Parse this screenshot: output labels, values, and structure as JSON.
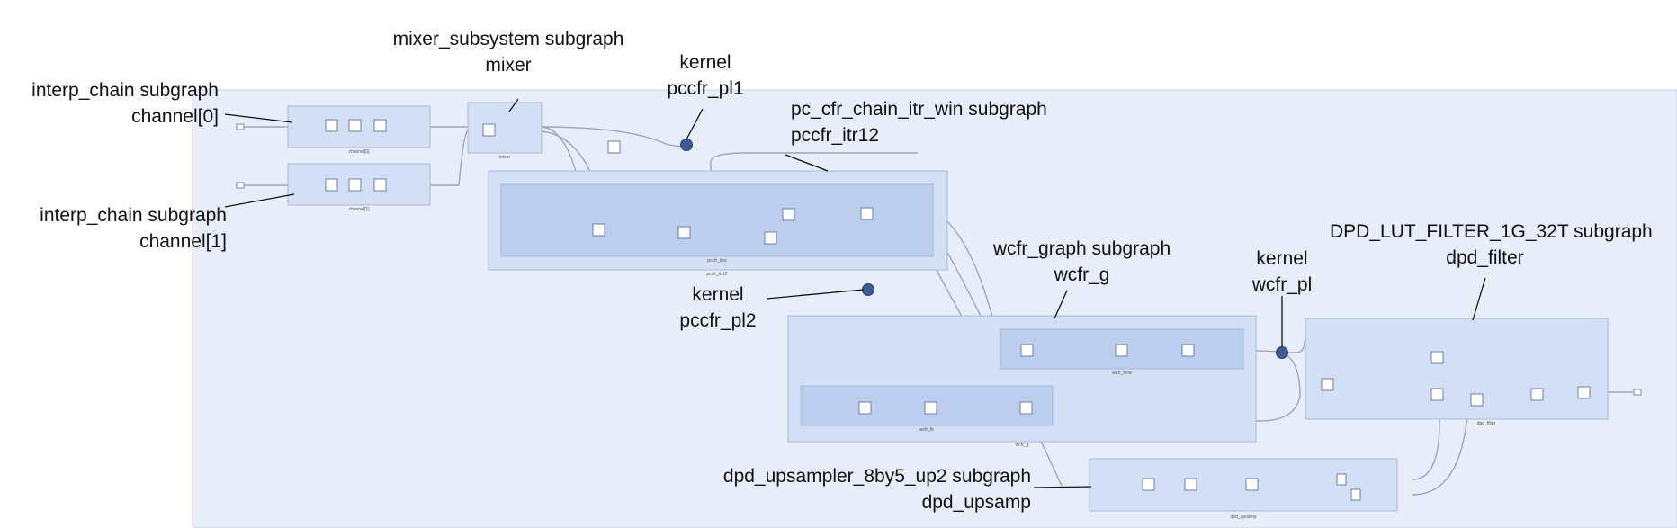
{
  "callouts": {
    "interp0": {
      "line1": "interp_chain subgraph",
      "line2": "channel[0]"
    },
    "interp1": {
      "line1": "interp_chain subgraph",
      "line2": "channel[1]"
    },
    "mixer": {
      "line1": "mixer_subsystem subgraph",
      "line2": "mixer"
    },
    "kernel_pl1": {
      "line1": "kernel",
      "line2": "pccfr_pl1"
    },
    "pccfr_itr": {
      "line1": "pc_cfr_chain_itr_win subgraph",
      "line2": "pccfr_itr12"
    },
    "kernel_pl2": {
      "line1": "kernel",
      "line2": "pccfr_pl2"
    },
    "wcfr_g": {
      "line1": "wcfr_graph subgraph",
      "line2": "wcfr_g"
    },
    "kernel_wcfr": {
      "line1": "kernel",
      "line2": "wcfr_pl"
    },
    "dpd_filter": {
      "line1": "DPD_LUT_FILTER_1G_32T subgraph",
      "line2": "dpd_filter"
    },
    "dpd_upsamp": {
      "line1": "dpd_upsampler_8by5_up2 subgraph",
      "line2": "dpd_upsamp"
    }
  },
  "graph_labels": {
    "channel0": "channel[0]",
    "channel1": "channel[1]",
    "mixer": "mixer",
    "pccfr_itr12": "pccfr_itr12",
    "pccfr_itrw": "pccfr_itrw",
    "wcfr_g": "wcfr_g",
    "wcfr_fir": "wcfr_fir",
    "wcfr_g_inner": "wcfr_fhrw",
    "dpd_filter": "dpd_filter",
    "dpd_upsamp": "dpd_upsamp"
  },
  "colors": {
    "canvas": "#e8eef9",
    "subgraph_fill": "#d3dff4",
    "subgraph_border": "#a9b9d6",
    "inner_fill": "#bccdee",
    "kernel": "#3d5c93",
    "edge": "#9aa6bb",
    "leader": "#111111"
  }
}
